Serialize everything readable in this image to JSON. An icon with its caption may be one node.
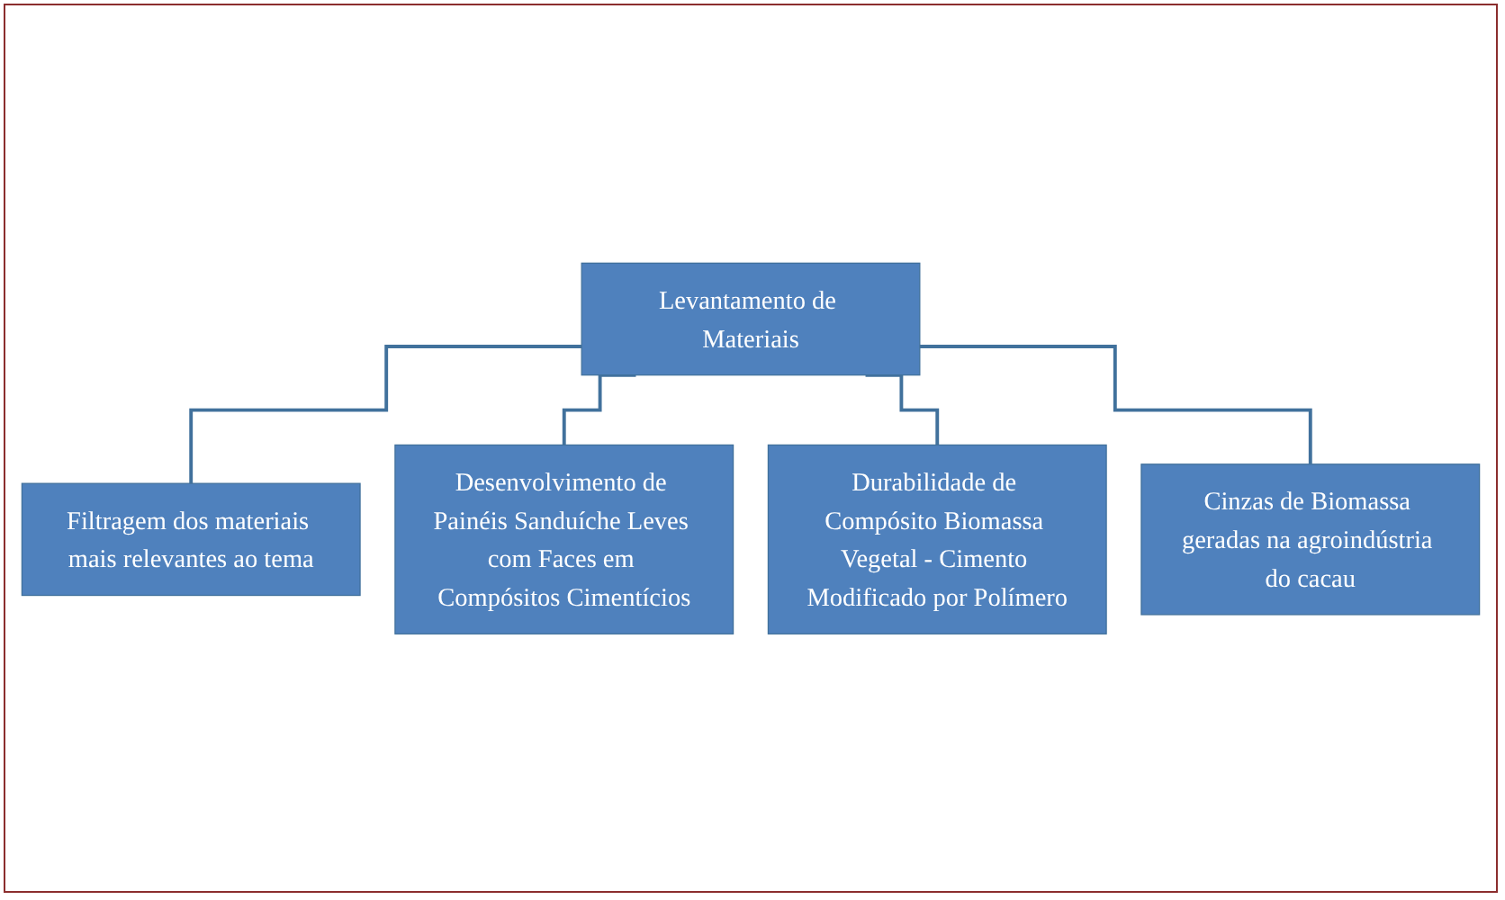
{
  "diagram": {
    "nodes": [
      {
        "text": [
          "Levantamento de Materiais"
        ]
      },
      {
        "text": [
          "Filtragem dos materiais mais relevantes ao tema"
        ]
      },
      {
        "text": [
          "Desenvolvimento de Painéis Sanduíche Leves com Faces em Compósitos Cimentícios"
        ]
      },
      {
        "text": [
          "Durabilidade de Compósito Biomassa Vegetal - Cimento Modificado por Polímero"
        ]
      },
      {
        "text": [
          "Cinzas de Biomassa geradas na agroindústria do cacau"
        ]
      }
    ],
    "edges": [
      {
        "from": 0,
        "to": 1,
        "arrow": "none"
      },
      {
        "from": 0,
        "to": 2,
        "arrow": "none"
      },
      {
        "from": 0,
        "to": 3,
        "arrow": "none"
      },
      {
        "from": 0,
        "to": 4,
        "arrow": "none"
      }
    ]
  }
}
